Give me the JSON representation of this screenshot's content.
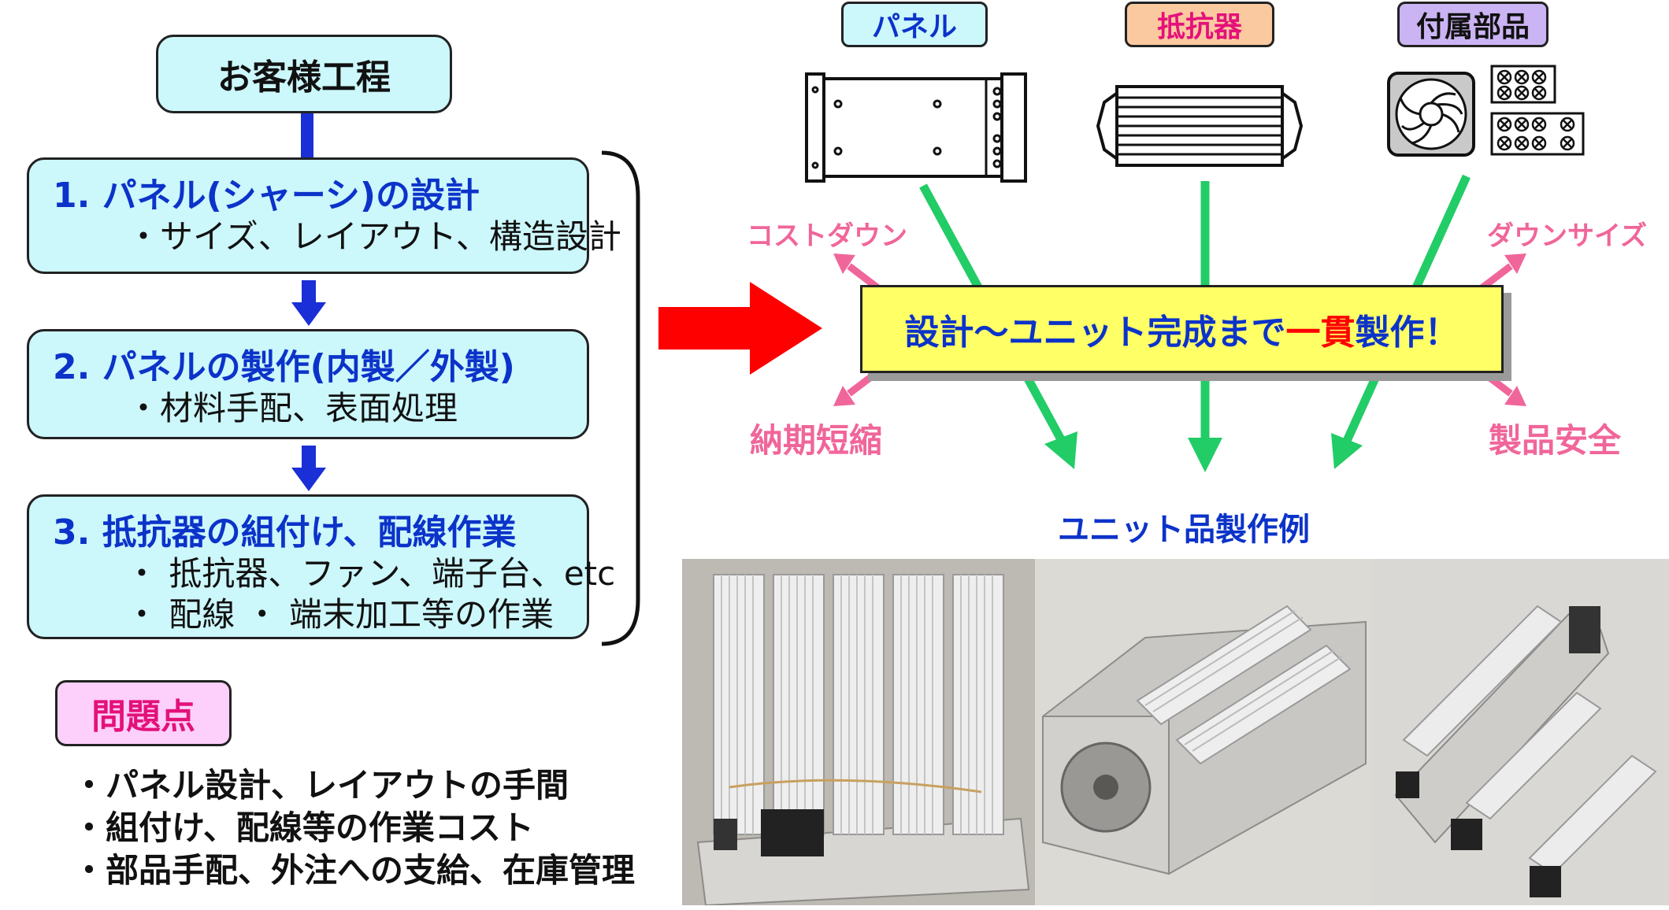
{
  "left": {
    "title": "お客様工程",
    "steps": [
      {
        "title": "1. パネル(シャーシ)の設計",
        "subs": [
          "・サイズ、レイアウト、構造設計"
        ]
      },
      {
        "title": "2. パネルの製作(内製／外製)",
        "subs": [
          "・材料手配、表面処理"
        ]
      },
      {
        "title": "3. 抵抗器の組付け、配線作業",
        "subs": [
          "・ 抵抗器、ファン、端子台、etc",
          "・ 配線 ・ 端末加工等の作業"
        ]
      }
    ],
    "problem_label": "問題点",
    "problems": [
      "・パネル設計、レイアウトの手間",
      "・組付け、配線等の作業コスト",
      "・部品手配、外注への支給、在庫管理"
    ]
  },
  "right": {
    "tags": [
      {
        "label": "パネル",
        "color": "#ccf7fb"
      },
      {
        "label": "抵抗器",
        "color": "#fbc9a0"
      },
      {
        "label": "付属部品",
        "color": "#cbb4f3"
      }
    ],
    "banner_pre": "設計～ユニット完成まで",
    "banner_red": "一貫",
    "banner_post": "製作！",
    "benefits": {
      "top_left": "コストダウン",
      "top_right": "ダウンサイズ",
      "bottom_left": "納期短縮",
      "bottom_right": "製品安全"
    },
    "unit_title": "ユニット品製作例"
  },
  "colors": {
    "accent_blue": "#0c33c9",
    "green_arrow": "#22cc66",
    "pink": "#f0669a",
    "red_arrow": "#ff0000",
    "banner_yellow": "#ffff66"
  }
}
